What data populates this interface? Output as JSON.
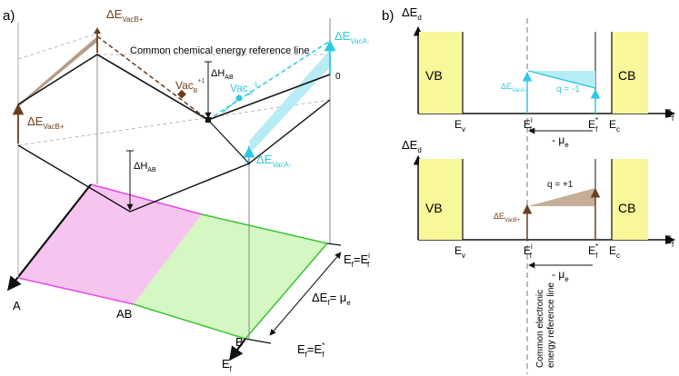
{
  "panel_a": {
    "label": "a)",
    "dE_vacBplus_top": "ΔE",
    "dE_vacBplus_top_sub": "VacB+",
    "dE_vacBplus_left": "ΔE",
    "dE_vacBplus_left_sub": "VacB+",
    "ref_line": "Common chemical energy reference line",
    "dH_top": "ΔH",
    "dH_top_sub": "AB",
    "dH_mid": "ΔH",
    "dH_mid_sub": "AB",
    "vacB": "Vac",
    "vacB_sub": "B",
    "vacB_sup": "+1",
    "vacA": "Vac",
    "vacA_sub": "A",
    "vacA_sup": "-1",
    "dE_vacA_top": "ΔE",
    "dE_vacA_top_sub": "VacA-",
    "dE_vacA_mid": "ΔE",
    "dE_vacA_mid_sub": "VacA-",
    "zero": "0",
    "corner_A": "A",
    "corner_AB": "AB",
    "corner_B": "B",
    "ef_eq_efi": "E",
    "ef_eq_efi_mid": "=E",
    "ef_eq_efi_sup": "i",
    "dEf_eq": "ΔE",
    "dEf_mu": "= μ",
    "dEf_mu_sub": "e",
    "ef_eq_efstar": "E",
    "ef_eq_efstar_mid": "=E",
    "ef_eq_efstar_sup": "*",
    "ef_axis": "E",
    "f_sub": "f"
  },
  "panel_b": {
    "label": "b)",
    "top": {
      "y_axis": "ΔE",
      "y_axis_sub": "d",
      "vb": "VB",
      "cb": "CB",
      "dE_label": "ΔE",
      "dE_label_sub": "VacA-",
      "q_label": "q = -1",
      "ev": "E",
      "ev_sub": "v",
      "efi": "E",
      "efi_sup": "i",
      "efstar": "E",
      "efstar_sup": "*",
      "ec": "E",
      "ec_sub": "c",
      "ef": "E",
      "mu": "- μ",
      "mu_sub": "e"
    },
    "bottom": {
      "y_axis": "ΔE",
      "y_axis_sub": "d",
      "vb": "VB",
      "cb": "CB",
      "dE_label": "ΔE",
      "dE_label_sub": "VacB+",
      "q_label": "q = +1",
      "ev": "E",
      "ev_sub": "v",
      "efi": "E",
      "efi_sup": "i",
      "efstar": "E",
      "efstar_sup": "*",
      "ec": "E",
      "ec_sub": "c",
      "ef": "E",
      "mu": "- μ",
      "mu_sub": "e"
    },
    "ref_line_1": "Common electronic",
    "ref_line_2": "energy reference line",
    "f_sub": "f"
  },
  "colors": {
    "cyan": "#2cc9e3",
    "brown": "#6b3f1c",
    "tan": "#b59c86",
    "magenta_fill": "#f6c5ef",
    "magenta_line": "#e24be0",
    "green_fill": "#d4f7c4",
    "green_line": "#3ac433",
    "band_fill": "#f8f79a"
  }
}
